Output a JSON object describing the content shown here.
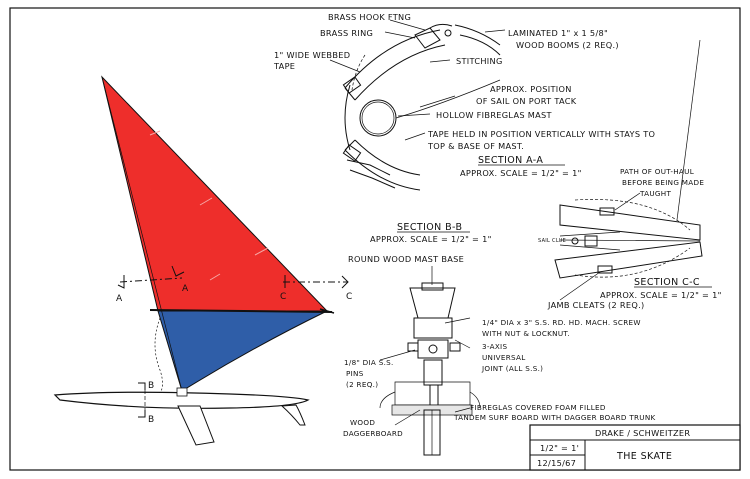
{
  "labels": {
    "brass_hook": "BRASS HOOK FTNG",
    "brass_ring": "BRASS RING",
    "webbed_tape_1": "1\" WIDE WEBBED",
    "webbed_tape_2": "TAPE",
    "laminated_1": "LAMINATED  1\" x 1 5/8\"",
    "laminated_2": "WOOD BOOMS  (2 REQ.)",
    "stitching": "STITCHING",
    "approx_pos_1": "APPROX. POSITION",
    "approx_pos_2": "OF SAIL ON PORT TACK",
    "hollow_mast": "HOLLOW FIBREGLAS MAST",
    "tape_held_1": "TAPE HELD IN POSITION VERTICALLY WITH STAYS TO",
    "tape_held_2": "TOP & BASE OF MAST.",
    "path_outhaul_1": "PATH OF OUT-HAUL",
    "path_outhaul_2": "BEFORE BEING MADE",
    "path_outhaul_3": "TAUGHT",
    "sail_clue": "SAIL CLUE",
    "round_wood": "ROUND WOOD MAST BASE",
    "bolt_1": "1/4\" DIA x 3\" S.S. RD. HD. MACH. SCREW",
    "bolt_2": "WITH NUT & LOCKNUT.",
    "pins_1": "1/8\" DIA S.S.",
    "pins_2": "PINS",
    "pins_3": "(2 REQ.)",
    "joint_1": "3-AXIS",
    "joint_2": "UNIVERSAL",
    "joint_3": "JOINT (ALL S.S.)",
    "jamb_cleats": "JAMB CLEATS (2 REQ.)",
    "foam_1": "FIBREGLAS COVERED FOAM FILLED",
    "foam_2": "TANDEM SURF BOARD WITH DAGGER BOARD TRUNK",
    "dagger_1": "WOOD",
    "dagger_2": "DAGGERBOARD"
  },
  "sections": {
    "aa_title": "SECTION  A-A",
    "aa_scale": "APPROX. SCALE = 1/2\" = 1\"",
    "bb_title": "SECTION  B-B",
    "bb_scale": "APPROX. SCALE = 1/2\" = 1\"",
    "cc_title": "SECTION  C-C",
    "cc_scale": "APPROX. SCALE = 1/2\" = 1\""
  },
  "cut_marks": {
    "a_left": "A",
    "a_sail": "A",
    "c_sail": "C",
    "c_right": "C",
    "b_top": "B",
    "b_bottom": "B"
  },
  "title_block": {
    "designer": "DRAKE / SCHWEITZER",
    "scale": "1/2\" = 1'",
    "date": "12/15/67",
    "name": "THE SKATE"
  },
  "colors": {
    "sail_upper": "#ee2e2b",
    "sail_lower": "#2f5ea8",
    "ink": "#111111",
    "paper": "#ffffff"
  }
}
